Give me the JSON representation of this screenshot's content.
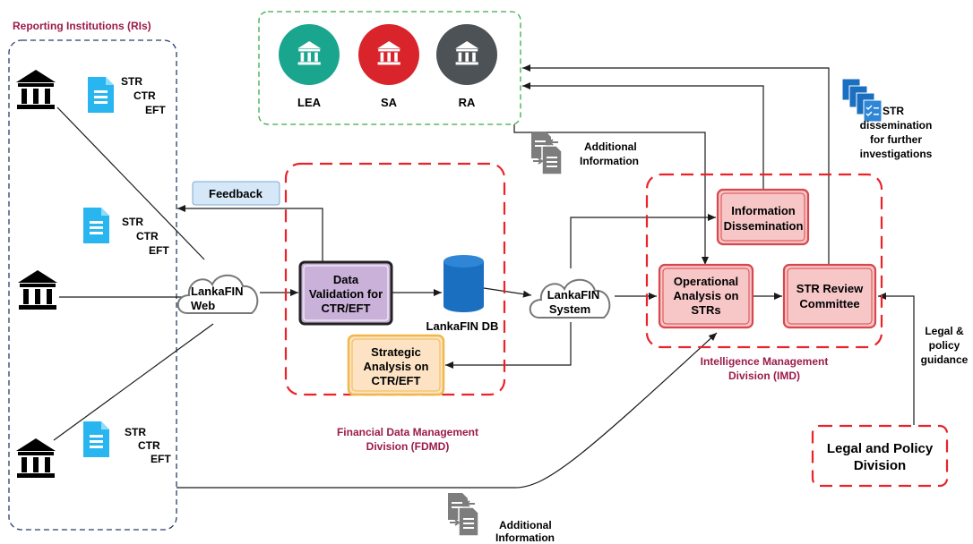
{
  "reporting_institutions": {
    "title": "Reporting Institutions (RIs)",
    "report_types": [
      "STR",
      "CTR",
      "EFT"
    ]
  },
  "agencies": [
    {
      "label": "LEA",
      "color": "#1aa58f"
    },
    {
      "label": "SA",
      "color": "#d9242b"
    },
    {
      "label": "RA",
      "color": "#4d5257"
    }
  ],
  "feedback_label": "Feedback",
  "lankafin_web": [
    "LankaFIN",
    "Web"
  ],
  "data_validation": [
    "Data",
    "Validation for",
    "CTR/EFT"
  ],
  "lankafin_db": "LankaFIN DB",
  "lankafin_system": [
    "LankaFIN",
    "System"
  ],
  "strategic_analysis": [
    "Strategic",
    "Analysis on",
    "CTR/EFT"
  ],
  "fdmd_title": [
    "Financial Data Management",
    "Division (FDMD)"
  ],
  "additional_info_top": [
    "Additional",
    "Information"
  ],
  "additional_info_bottom": [
    "Additional",
    "Information"
  ],
  "info_dissemination": [
    "Information",
    "Dissemination"
  ],
  "operational_analysis": [
    "Operational",
    "Analysis on",
    "STRs"
  ],
  "str_review": [
    "STR Review",
    "Committee"
  ],
  "imd_title": [
    "Intelligence Management",
    "Division (IMD)"
  ],
  "str_dissemination": [
    "STR",
    "dissemination",
    "for further",
    "investigations"
  ],
  "legal_guidance": [
    "Legal &",
    "policy",
    "guidance"
  ],
  "legal_division": [
    "Legal and Policy",
    "Division"
  ],
  "colors": {
    "accent_title": "#9b1b4a",
    "red_dash": "#e8232a",
    "green_dash": "#3aaa4a",
    "navy_dash": "#2a3c6b",
    "doc_blue": "#29b6f0",
    "db_blue": "#1a6fc0",
    "purple_fill": "#c9b1d9",
    "orange_fill": "#fde3c4",
    "orange_stroke": "#f0b84a",
    "pink_fill": "#f7c6c7",
    "pink_stroke": "#d8474c",
    "feedback_fill": "#d6e8f8"
  },
  "icons": {
    "bank": "bank-icon",
    "document": "document-icon",
    "exchange_document": "document-exchange-icon",
    "checklist": "checklist-documents-icon",
    "cloud": "cloud-icon",
    "database": "database-icon"
  }
}
